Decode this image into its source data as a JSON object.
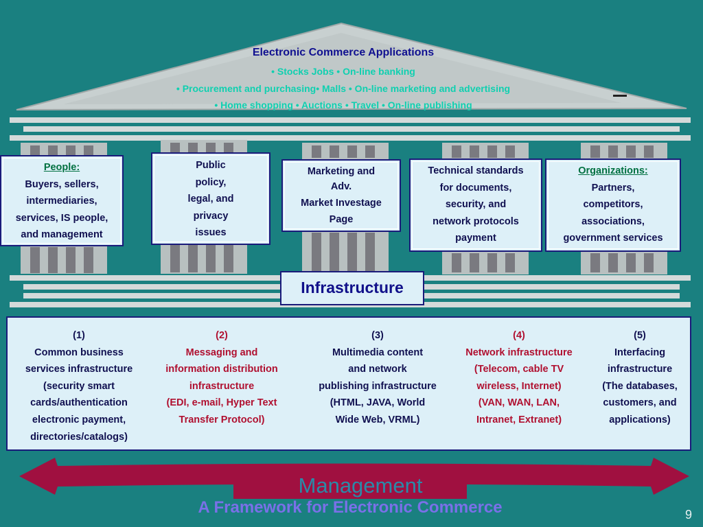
{
  "roof": {
    "title": "Electronic Commerce Applications",
    "lines": [
      "• Stocks Jobs • On-line banking",
      "• Procurement and purchasing• Malls • On-line marketing and advertising",
      "• Home shopping • Auctions • Travel • On-line publishing"
    ]
  },
  "pillars": {
    "people": {
      "heading": "People:",
      "lines": [
        "Buyers, sellers,",
        "intermediaries,",
        "services, IS people,",
        "and management"
      ]
    },
    "policy": {
      "lines": [
        "Public",
        "policy,",
        "legal, and",
        "privacy",
        "issues"
      ]
    },
    "marketing": {
      "lines": [
        "Marketing and",
        "Adv.",
        "Market Investage",
        "Page"
      ]
    },
    "standards": {
      "lines": [
        "Technical standards",
        "for documents,",
        "security, and",
        "network protocols",
        "payment"
      ]
    },
    "organizations": {
      "heading": "Organizations:",
      "lines": [
        "Partners,",
        "competitors,",
        "associations,",
        "government services"
      ]
    }
  },
  "infrastructure_label": "Infrastructure",
  "foundation": [
    {
      "number": "(1)",
      "lines": [
        "Common business",
        "services infrastructure",
        "(security smart",
        "cards/authentication",
        "electronic payment,",
        "directories/catalogs)"
      ]
    },
    {
      "number": "(2)",
      "lines": [
        "Messaging and",
        "information distribution",
        "infrastructure",
        "(EDI, e-mail, Hyper Text",
        "Transfer Protocol)"
      ]
    },
    {
      "number": "(3)",
      "lines": [
        "Multimedia content",
        "and network",
        "publishing infrastructure",
        "(HTML, JAVA, World",
        "Wide Web, VRML)"
      ]
    },
    {
      "number": "(4)",
      "lines": [
        "Network infrastructure",
        "(Telecom, cable TV",
        "wireless, Internet)",
        "(VAN, WAN, LAN,",
        "Intranet, Extranet)"
      ]
    },
    {
      "number": "(5)",
      "lines": [
        "Interfacing",
        "infrastructure",
        "(The databases,",
        "customers, and",
        "applications)"
      ]
    }
  ],
  "management_label": "Management",
  "footer_title": "A Framework for Electronic Commerce",
  "page_number": "9",
  "colors": {
    "background": "#1a8080",
    "box": "#ddf0f8",
    "border": "#1a1a7a",
    "heading_green": "#007040",
    "red_text": "#b01030",
    "arrow": "#a01040"
  }
}
